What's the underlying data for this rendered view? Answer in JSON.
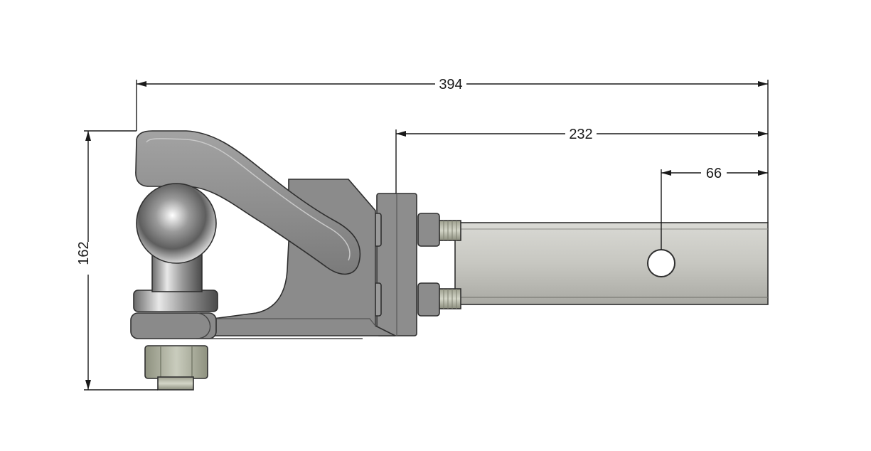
{
  "dimensions": {
    "overall_length": "394",
    "receiver_length": "232",
    "pin_hole_offset": "66",
    "overall_height": "162"
  },
  "colors": {
    "dimension_line": "#1a1a1a",
    "hook_metal": "#8f8f8f",
    "receiver_tube": "#c4c4bf",
    "chrome_ball": "#b8b8b8",
    "nut": "#b9bcad"
  }
}
